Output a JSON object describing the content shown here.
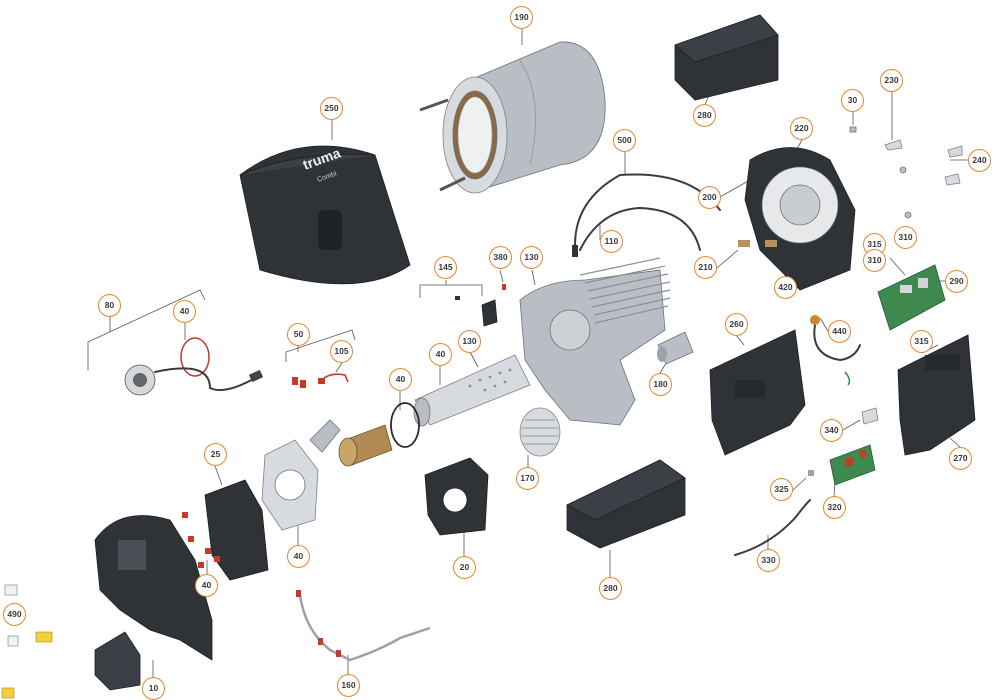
{
  "diagram": {
    "brand_logo": "truma",
    "brand_model": "Combi",
    "callouts": [
      {
        "id": "c-190",
        "label": "190"
      },
      {
        "id": "c-250",
        "label": "250"
      },
      {
        "id": "c-280-top",
        "label": "280"
      },
      {
        "id": "c-30",
        "label": "30"
      },
      {
        "id": "c-230",
        "label": "230"
      },
      {
        "id": "c-220",
        "label": "220"
      },
      {
        "id": "c-240",
        "label": "240"
      },
      {
        "id": "c-500",
        "label": "500"
      },
      {
        "id": "c-200",
        "label": "200"
      },
      {
        "id": "c-110",
        "label": "110"
      },
      {
        "id": "c-210",
        "label": "210"
      },
      {
        "id": "c-315-a",
        "label": "315"
      },
      {
        "id": "c-310-a",
        "label": "310"
      },
      {
        "id": "c-310-b",
        "label": "310"
      },
      {
        "id": "c-290",
        "label": "290"
      },
      {
        "id": "c-420",
        "label": "420"
      },
      {
        "id": "c-145",
        "label": "145"
      },
      {
        "id": "c-380",
        "label": "380"
      },
      {
        "id": "c-130-a",
        "label": "130"
      },
      {
        "id": "c-80",
        "label": "80"
      },
      {
        "id": "c-40-a",
        "label": "40"
      },
      {
        "id": "c-50",
        "label": "50"
      },
      {
        "id": "c-105",
        "label": "105"
      },
      {
        "id": "c-40-b",
        "label": "40"
      },
      {
        "id": "c-130-b",
        "label": "130"
      },
      {
        "id": "c-40-c",
        "label": "40"
      },
      {
        "id": "c-180",
        "label": "180"
      },
      {
        "id": "c-260",
        "label": "260"
      },
      {
        "id": "c-440",
        "label": "440"
      },
      {
        "id": "c-315-b",
        "label": "315"
      },
      {
        "id": "c-340",
        "label": "340"
      },
      {
        "id": "c-270",
        "label": "270"
      },
      {
        "id": "c-25",
        "label": "25"
      },
      {
        "id": "c-170",
        "label": "170"
      },
      {
        "id": "c-325",
        "label": "325"
      },
      {
        "id": "c-320",
        "label": "320"
      },
      {
        "id": "c-40-d",
        "label": "40"
      },
      {
        "id": "c-20",
        "label": "20"
      },
      {
        "id": "c-280-bottom",
        "label": "280"
      },
      {
        "id": "c-330",
        "label": "330"
      },
      {
        "id": "c-40-e",
        "label": "40"
      },
      {
        "id": "c-490",
        "label": "490"
      },
      {
        "id": "c-10",
        "label": "10"
      },
      {
        "id": "c-160",
        "label": "160"
      }
    ]
  }
}
